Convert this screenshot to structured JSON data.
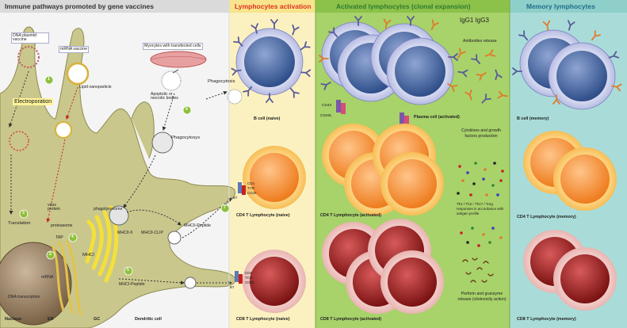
{
  "headers": {
    "main": "Immune pathways promoted by gene vaccines",
    "activation": "Lymphocytes activation",
    "expansion": "Activated lymphocytes (clonal expansion)",
    "memory": "Memory lymphocytes"
  },
  "colors": {
    "left_bg": "#f2f2f2",
    "yellow_bg": "#fbf1c0",
    "green_bg": "#a8d26a",
    "teal_bg": "#a9dcd8",
    "header_red": "#e0311f",
    "header_green": "#2f8a2f",
    "header_teal": "#1f6e8a",
    "dendritic": "#c9c78c",
    "bcell": "#5d79b4",
    "cd4": "#f28e2b",
    "cd8": "#8f1d1d"
  },
  "labels": {
    "dna_vaccine": "DNA plasmid vaccine",
    "mrna_vaccine": "mRNA vaccine",
    "lipid": "Lipid nanoparticle",
    "myocytes": "Myocytes with transfected cells",
    "apoptotic": "Apoptotic or necrotic bodies",
    "phagocytosis1": "Phagocytosis",
    "phagocytosis2": "Phagocytosys",
    "electroporation": "Electroporation",
    "virus_protein": "virus protein",
    "translation": "Translation",
    "proteasome": "proteasome",
    "tap": "TAP",
    "mhci": "MHCI",
    "mrna": "mRNA",
    "dna_transcription": "DNA transcription",
    "phagolysosome": "phagolysosome",
    "mhcii_ii": "MHCII-II",
    "mhcii_clip": "MHCII-CLIP",
    "mhcii_peptide": "MHCII-Peptide",
    "mhci_peptide": "MHCI-Peptide",
    "nucleus": "Nucleus",
    "er": "ER",
    "gc": "GC",
    "dendritic_cell": "Dendritic cell",
    "b_naive": "B cell (naive)",
    "cd4_naive": "CD4 T Lymphocyte (naive)",
    "cd8_naive": "CD8 T Lymphocyte (naive)",
    "plasma": "Plasma cell (activated)",
    "cd4_activated": "CD4 T Lymphocyte (activated)",
    "cd8_activated": "CD8 T Lymphocyte (activated)",
    "b_memory": "B cell (memory)",
    "cd4_memory": "CD4 T Lymphocyte (memory)",
    "cd8_memory": "CD8 T Lymphocyte (memory)",
    "igg": "IgG1 IgG3",
    "antibodies": "Antibodies release",
    "cytokines": "Cytokines and growth factors production",
    "th_responses": "Th1 / Th2 / Th17 / Treg responses in accordance with antigen profile",
    "perforin": "Perforin and granzyme release (citotoxicity action)",
    "cd40": "CD40",
    "cd40l": "CD40L",
    "cd4": "CD4",
    "cd8": "CD8",
    "tcr": "TCR",
    "cd28": "CD28",
    "b7": "B7"
  },
  "steps": [
    "1",
    "2",
    "3",
    "4",
    "5",
    "6",
    "7"
  ]
}
